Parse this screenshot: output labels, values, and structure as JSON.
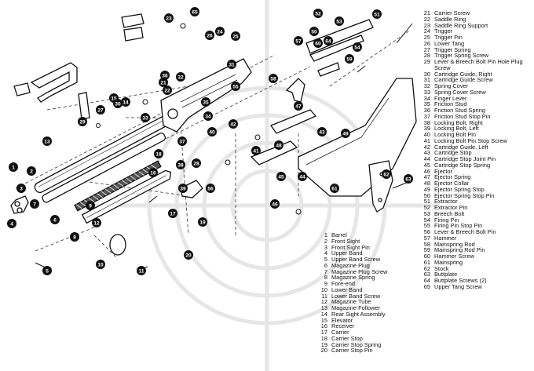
{
  "legend_right": [
    {
      "num": "21",
      "name": "Carrier Screw"
    },
    {
      "num": "22",
      "name": "Saddle Ring"
    },
    {
      "num": "23",
      "name": "Saddle Ring Support"
    },
    {
      "num": "24",
      "name": "Trigger"
    },
    {
      "num": "25",
      "name": "Trigger Pin"
    },
    {
      "num": "26",
      "name": "Lower Tang"
    },
    {
      "num": "27",
      "name": "Trigger Spring"
    },
    {
      "num": "28",
      "name": "Trigger Spring Screw"
    },
    {
      "num": "29",
      "name": "Lever & Breech Bolt Pin Hole Plug"
    },
    {
      "num": "",
      "name": "Screw"
    },
    {
      "num": "30",
      "name": "Cartridge Guide, Right"
    },
    {
      "num": "31",
      "name": "Cartridge Guide Screw"
    },
    {
      "num": "32",
      "name": "Spring Cover"
    },
    {
      "num": "33",
      "name": "Spring Cover Screw"
    },
    {
      "num": "34",
      "name": "Finger Lever"
    },
    {
      "num": "35",
      "name": "Friction Stud"
    },
    {
      "num": "36",
      "name": "Friction Stud Spring"
    },
    {
      "num": "37",
      "name": "Friction Stud Stop Pin"
    },
    {
      "num": "38",
      "name": "Locking Bolt, Right"
    },
    {
      "num": "39",
      "name": "Locking Bolt, Left"
    },
    {
      "num": "40",
      "name": "Locking Bolt Pin"
    },
    {
      "num": "41",
      "name": "Locking Bolt Pin Stop Screw"
    },
    {
      "num": "42",
      "name": "Cartridge Guide, Left"
    },
    {
      "num": "43",
      "name": "Cartridge Stop"
    },
    {
      "num": "44",
      "name": "Cartridge Stop Joint Pin"
    },
    {
      "num": "45",
      "name": "Cartridge Stop Spring"
    },
    {
      "num": "46",
      "name": "Ejector"
    },
    {
      "num": "47",
      "name": "Ejector Spring"
    },
    {
      "num": "48",
      "name": "Ejector Collar"
    },
    {
      "num": "49",
      "name": "Ejector Spring Stop"
    },
    {
      "num": "50",
      "name": "Ejector Spring Stop Pin"
    },
    {
      "num": "51",
      "name": "Extractor"
    },
    {
      "num": "52",
      "name": "Extractor Pin"
    },
    {
      "num": "53",
      "name": "Breech Bolt"
    },
    {
      "num": "54",
      "name": "Firing Pin"
    },
    {
      "num": "55",
      "name": "Firing Pin Stop Pin"
    },
    {
      "num": "56",
      "name": "Lever & Breech Bolt Pin"
    },
    {
      "num": "57",
      "name": "Hammer"
    },
    {
      "num": "58",
      "name": "Mainspring Rod"
    },
    {
      "num": "59",
      "name": "Mainspring Rod Pin"
    },
    {
      "num": "60",
      "name": "Hammer Screw"
    },
    {
      "num": "61",
      "name": "Mainspring"
    },
    {
      "num": "62",
      "name": "Stock"
    },
    {
      "num": "63",
      "name": "Buttplate"
    },
    {
      "num": "64",
      "name": "Buttplate Screws (2)"
    },
    {
      "num": "65",
      "name": "Upper Tang Screw"
    }
  ],
  "legend_bottom": [
    {
      "num": "1",
      "name": "Barrel"
    },
    {
      "num": "2",
      "name": "Front Sight"
    },
    {
      "num": "3",
      "name": "Front Sight Pin"
    },
    {
      "num": "4",
      "name": "Upper Band"
    },
    {
      "num": "5",
      "name": "Upper Band Screw"
    },
    {
      "num": "6",
      "name": "Magazine Plug"
    },
    {
      "num": "7",
      "name": "Magazine Plug Screw"
    },
    {
      "num": "8",
      "name": "Magazine Spring"
    },
    {
      "num": "9",
      "name": "Fore-end"
    },
    {
      "num": "10",
      "name": "Lower Band"
    },
    {
      "num": "11",
      "name": "Lower Band Screw"
    },
    {
      "num": "12",
      "name": "Magazine Tube"
    },
    {
      "num": "13",
      "name": "Magazine Follower"
    },
    {
      "num": "14",
      "name": "Rear Sight Assembly"
    },
    {
      "num": "15",
      "name": "Elevator"
    },
    {
      "num": "16",
      "name": "Receiver"
    },
    {
      "num": "17",
      "name": "Carrier"
    },
    {
      "num": "18",
      "name": "Carrier Stop"
    },
    {
      "num": "19",
      "name": "Carrier Stop Spring"
    },
    {
      "num": "20",
      "name": "Carrier Stop Pin"
    }
  ],
  "callouts": [
    "1",
    "2",
    "3",
    "4",
    "5",
    "6",
    "7",
    "8",
    "9",
    "10",
    "11",
    "12",
    "13",
    "14",
    "15",
    "16",
    "17",
    "18",
    "19",
    "20",
    "21",
    "22",
    "23",
    "24",
    "25",
    "26",
    "27",
    "28",
    "29",
    "30",
    "31",
    "32",
    "33",
    "34",
    "35",
    "36",
    "37",
    "38",
    "39",
    "40",
    "41",
    "42",
    "43",
    "44",
    "45",
    "46",
    "47",
    "48",
    "49",
    "50",
    "51",
    "52",
    "53",
    "54",
    "55",
    "56",
    "57",
    "58",
    "59",
    "60",
    "61",
    "62",
    "63",
    "64",
    "65"
  ]
}
